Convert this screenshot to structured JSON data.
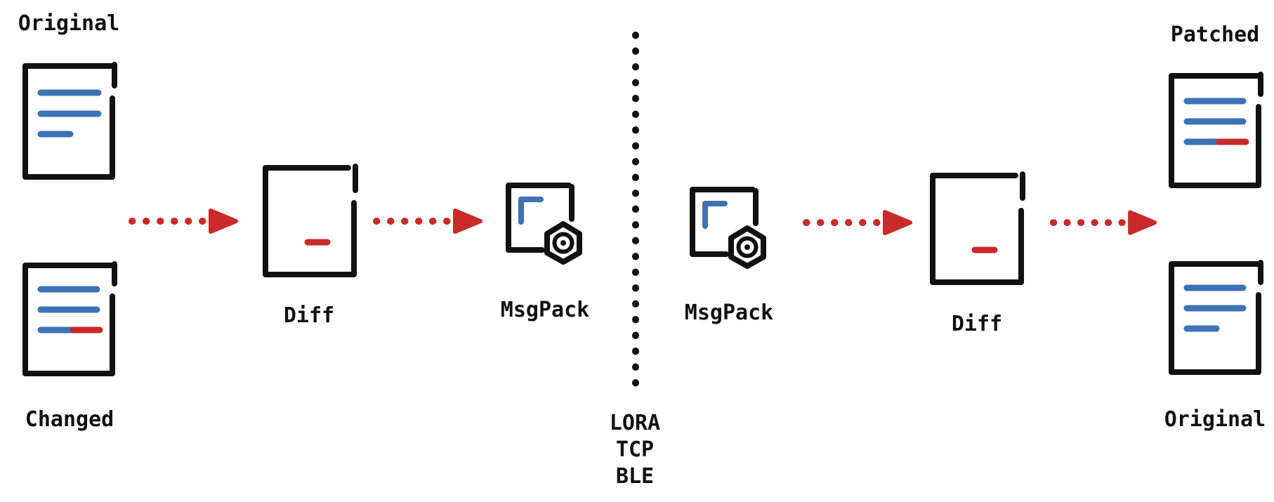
{
  "labels": {
    "left_top_doc": "Original",
    "left_bottom_doc": "Changed",
    "encode_diff": "Diff",
    "encode_msgpack": "MsgPack",
    "decode_msgpack": "MsgPack",
    "decode_diff": "Diff",
    "right_top_doc": "Patched",
    "right_bottom_doc": "Original"
  },
  "transport": {
    "lines": [
      "LORA",
      "TCP",
      "BLE"
    ]
  },
  "colors": {
    "ink": "#111111",
    "blue": "#3d72b4",
    "red": "#c92a2a",
    "background": "#ffffff"
  }
}
